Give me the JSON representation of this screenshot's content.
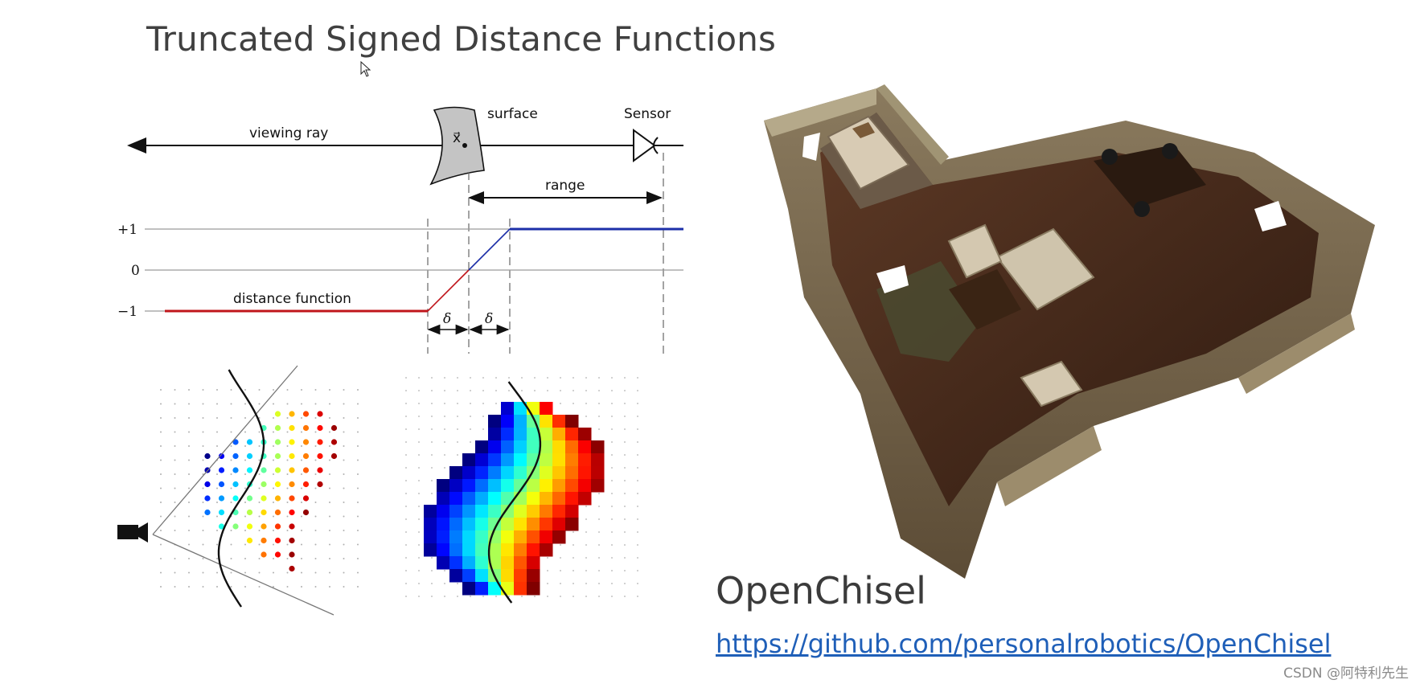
{
  "slide": {
    "title": "Truncated Signed Distance Functions"
  },
  "tsdf_diagram": {
    "viewing_ray_label": "viewing ray",
    "surface_label": "surface",
    "sensor_label": "Sensor",
    "range_label": "range",
    "point_label": "x⃗",
    "y_tick_plus": "+1",
    "y_tick_zero": "0",
    "y_tick_minus": "−1",
    "distance_function_label": "distance function",
    "delta_label": "δ"
  },
  "colors": {
    "negative_segment": "#c0151b",
    "positive_segment": "#1c2fa8",
    "surface_fill": "#c4c4c4",
    "link": "#1f5fb8"
  },
  "icons": [
    "camera-icon",
    "sensor-icon",
    "cursor-icon"
  ],
  "reconstruction": {
    "name": "OpenChisel",
    "url": "https://github.com/personalrobotics/OpenChisel"
  },
  "watermark": "CSDN @阿特利先生"
}
